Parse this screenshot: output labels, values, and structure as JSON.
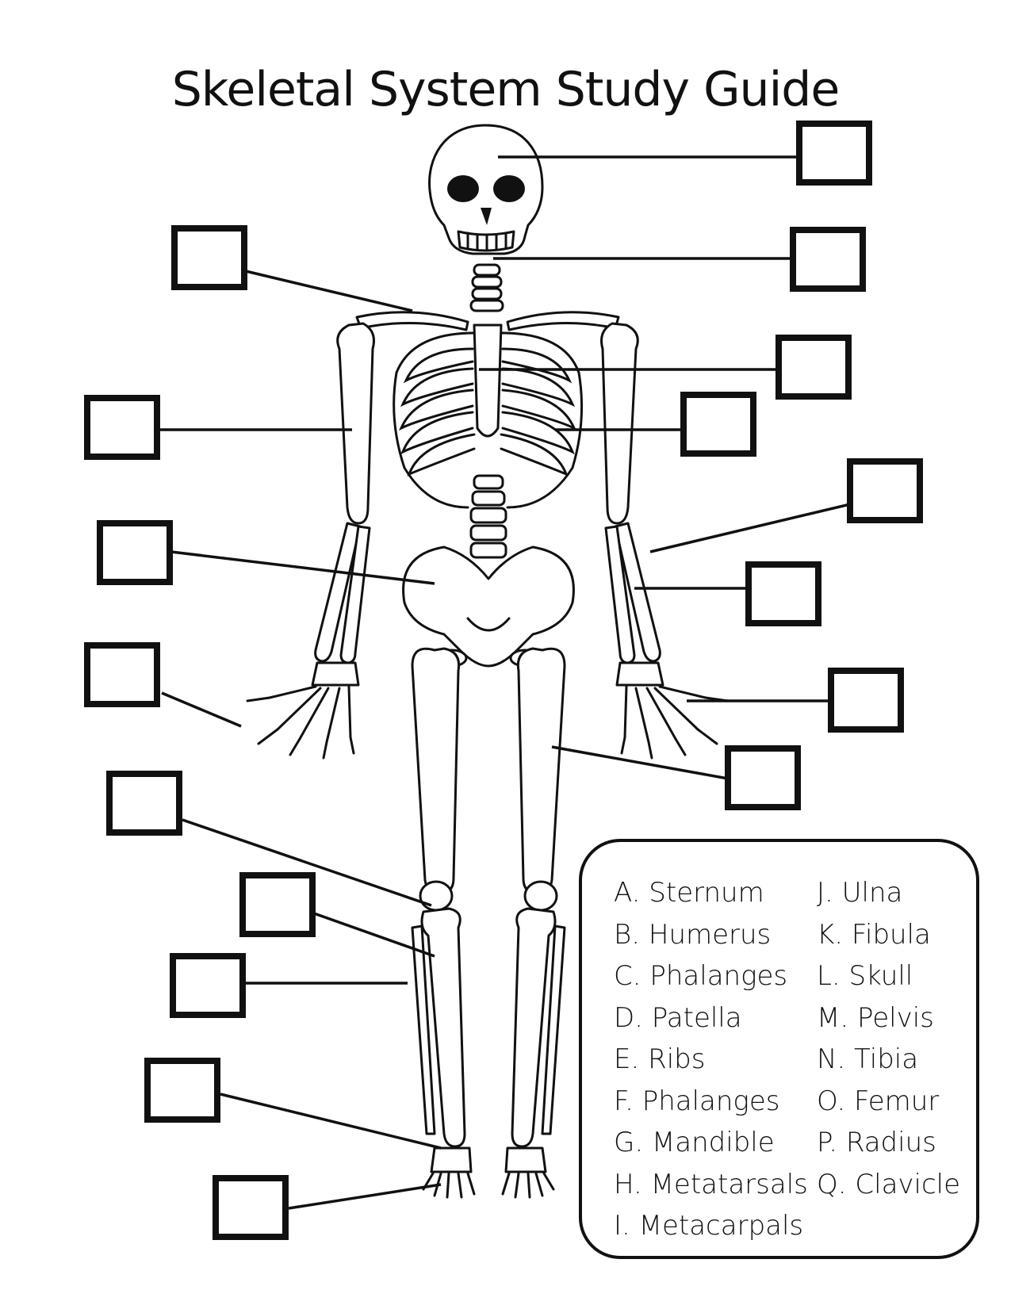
{
  "title": "Skeletal System Study Guide",
  "key_left": [
    "A. Sternum",
    "B. Humerus",
    "C. Phalanges",
    "D. Patella",
    "E. Ribs",
    "F. Phalanges",
    "G. Mandible",
    "H. Metatarsals",
    "I. Metacarpals"
  ],
  "key_right": [
    "J. Ulna",
    "K. Fibula",
    "L. Skull",
    "M. Pelvis",
    "N. Tibia",
    "O. Femur",
    "P. Radius",
    "Q. Clavicle"
  ],
  "answer_boxes": [
    {
      "name": "skull",
      "value": ""
    },
    {
      "name": "mandible",
      "value": ""
    },
    {
      "name": "clavicle",
      "value": ""
    },
    {
      "name": "sternum",
      "value": ""
    },
    {
      "name": "humerus",
      "value": ""
    },
    {
      "name": "ribs",
      "value": ""
    },
    {
      "name": "ulna",
      "value": ""
    },
    {
      "name": "pelvis",
      "value": ""
    },
    {
      "name": "radius",
      "value": ""
    },
    {
      "name": "phalanges-left-hand",
      "value": ""
    },
    {
      "name": "metacarpals",
      "value": ""
    },
    {
      "name": "femur",
      "value": ""
    },
    {
      "name": "patella",
      "value": ""
    },
    {
      "name": "tibia",
      "value": ""
    },
    {
      "name": "fibula",
      "value": ""
    },
    {
      "name": "metatarsals",
      "value": ""
    },
    {
      "name": "phalanges-foot",
      "value": ""
    }
  ]
}
